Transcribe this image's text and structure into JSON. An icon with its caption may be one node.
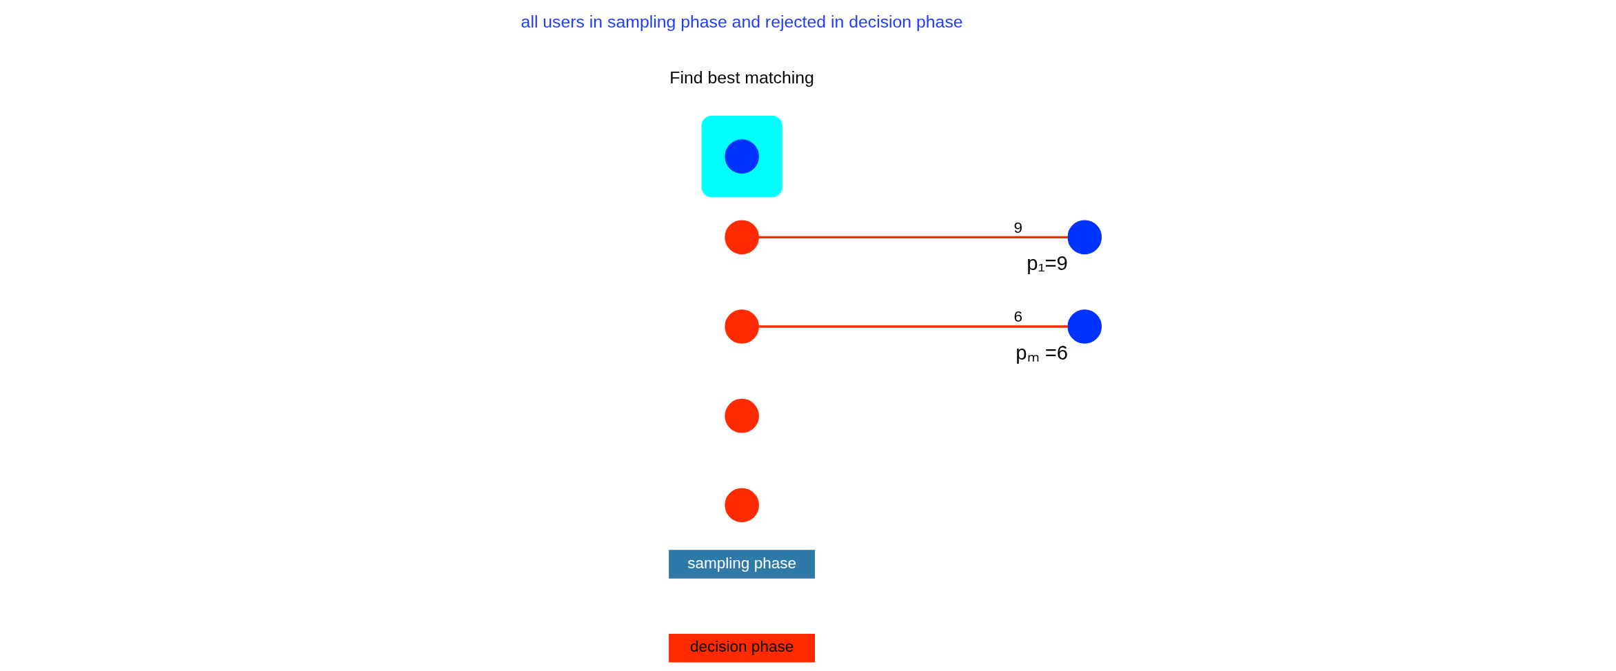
{
  "diagram": {
    "nodes": [
      {
        "text": [
          "sampling phase"
        ]
      },
      {
        "text": [],
        "shape": "circle"
      },
      {
        "text": [],
        "shape": "circle",
        "beside": [
          "p₁=9"
        ]
      },
      {
        "text": [],
        "shape": "circle"
      },
      {
        "text": [],
        "shape": "box"
      },
      {
        "text": [],
        "shape": "circle",
        "in": 4
      },
      {
        "text": [
          "decision phase"
        ]
      },
      {
        "text": [],
        "shape": "circle"
      },
      {
        "text": [],
        "shape": "circle",
        "beside": [
          "pₘ =6"
        ]
      },
      {
        "text": [],
        "shape": "circle"
      }
    ],
    "edges": [
      {
        "from": 1,
        "to": 2,
        "arrow": "none",
        "label": "9"
      },
      {
        "from": 3,
        "to": 8,
        "arrow": "none",
        "label": "6"
      }
    ],
    "labels": [
      "Find best matching",
      "all users in sampling phase and rejected in decision phase"
    ]
  }
}
